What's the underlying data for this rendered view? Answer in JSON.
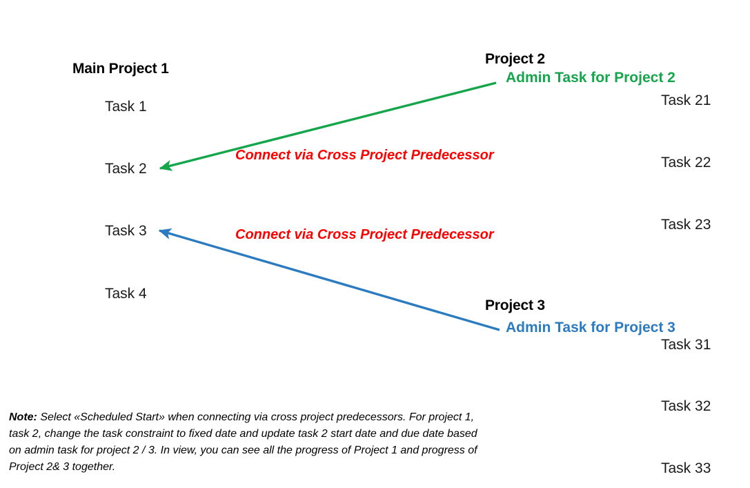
{
  "colors": {
    "green": "#15A64B",
    "blue": "#2B7BC0",
    "red": "#FF0000",
    "black": "#000000",
    "text": "#1a1a1a",
    "background": "#ffffff"
  },
  "left_project": {
    "heading": "Main Project 1",
    "tasks": [
      {
        "label": "Task 1"
      },
      {
        "label": "Task 2"
      },
      {
        "label": "Task 3"
      },
      {
        "label": "Task 4"
      }
    ]
  },
  "project2": {
    "heading": "Project 2",
    "admin_task": "Admin Task for Project 2",
    "tasks": [
      {
        "label": "Task 21"
      },
      {
        "label": "Task 22"
      },
      {
        "label": "Task 23"
      }
    ]
  },
  "project3": {
    "heading": "Project 3",
    "admin_task": "Admin Task for Project 3",
    "tasks": [
      {
        "label": "Task 31"
      },
      {
        "label": "Task 32"
      },
      {
        "label": "Task 33"
      }
    ]
  },
  "annotations": [
    {
      "text": "Connect via Cross Project Predecessor"
    },
    {
      "text": "Connect via Cross Project Predecessor"
    }
  ],
  "note": {
    "label": "Note:",
    "body": " Select «Scheduled Start» when connecting via cross project predecessors. For project 1, task 2, change the task constraint to fixed date and update task 2 start date and due date based on admin task for project 2 / 3. In view, you can see all the progress of Project 1 and progress of Project 2& 3 together."
  },
  "connectors": [
    {
      "name": "green-connector",
      "from": "Admin Task for Project 2",
      "to": "Task 2",
      "color": "#15A64B"
    },
    {
      "name": "blue-connector",
      "from": "Admin Task for Project 3",
      "to": "Task 3",
      "color": "#2B7BC0"
    }
  ]
}
